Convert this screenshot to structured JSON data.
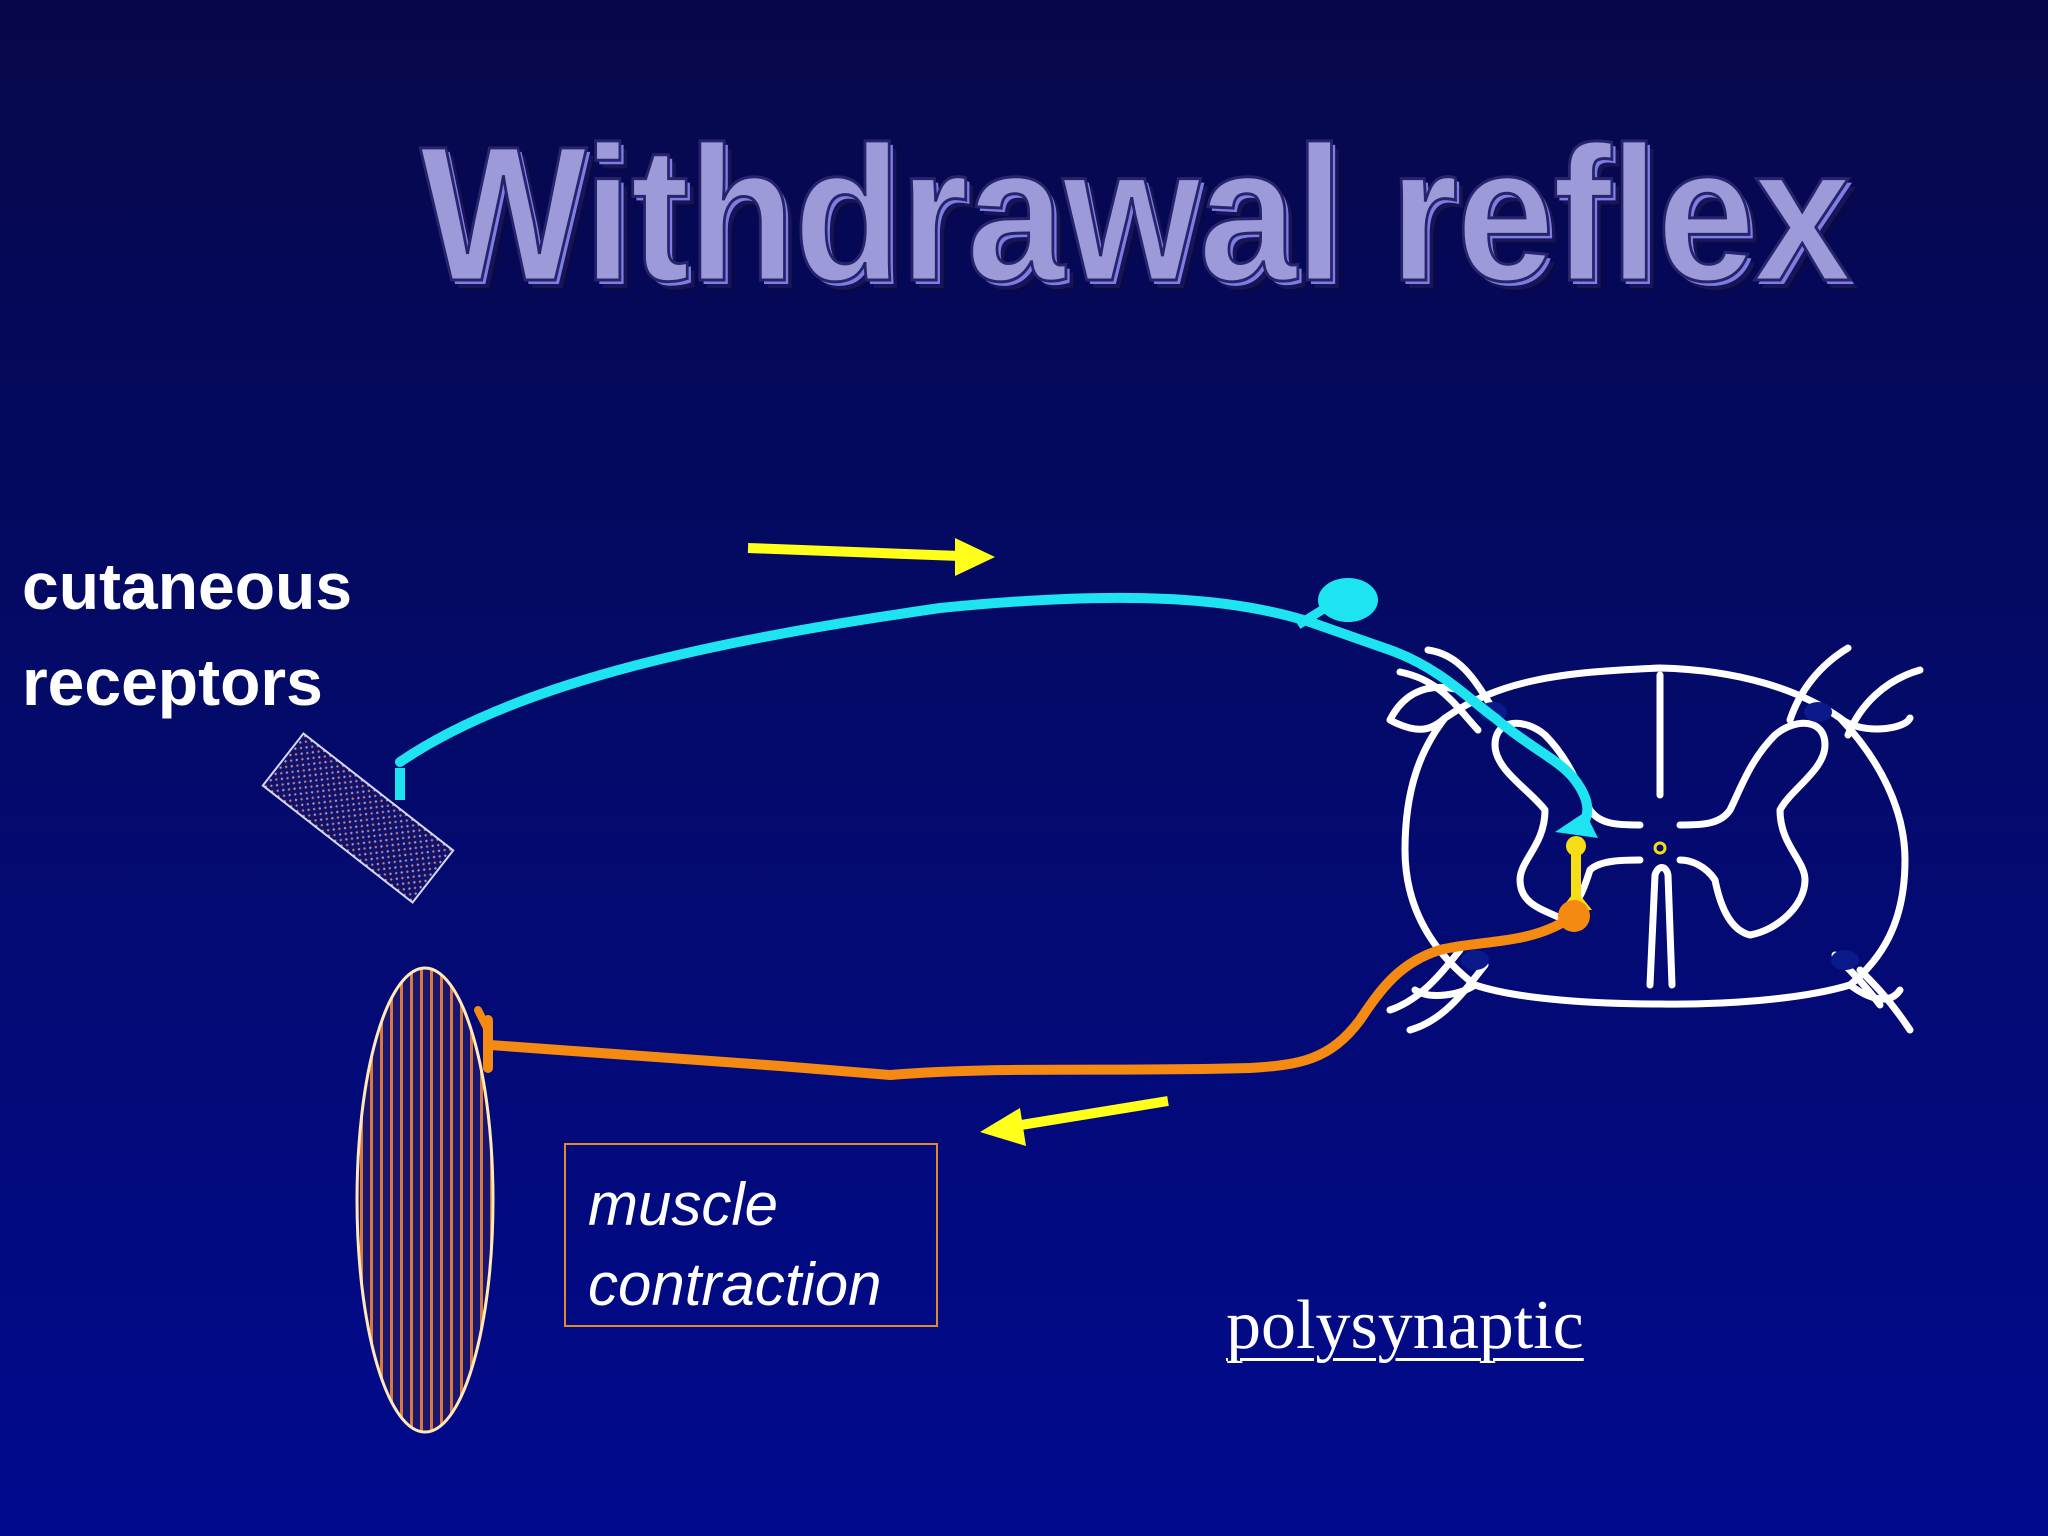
{
  "slide": {
    "title": "Withdrawal reflex",
    "labels": {
      "receptor_line1": "cutaneous",
      "receptor_line2": "receptors",
      "effect_line1": "muscle",
      "effect_line2": "contraction",
      "type": "polysynaptic"
    }
  },
  "colors": {
    "background_top": "#06074a",
    "background_bottom": "#010a8e",
    "title_fill": "#9c9ad8",
    "sensory_neuron": "#1ee3f0",
    "interneuron": "#f7dd16",
    "motor_neuron": "#f48a12",
    "direction_arrows": "#ffff1a",
    "spinal_cord_outline": "#ffffff"
  }
}
